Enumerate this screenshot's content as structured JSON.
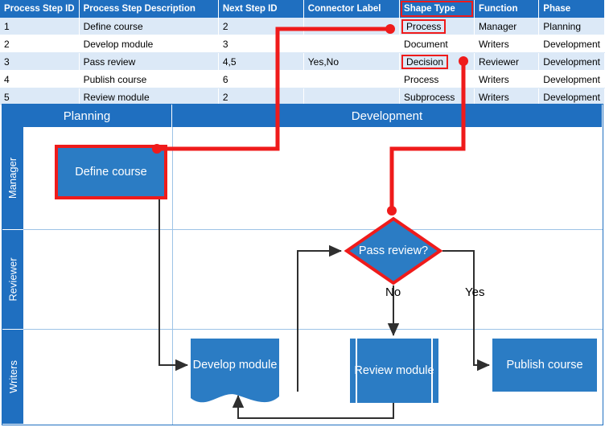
{
  "table": {
    "columns": [
      "Process Step ID",
      "Process Step Description",
      "Next Step ID",
      "Connector Label",
      "Shape Type",
      "Function",
      "Phase"
    ],
    "rows": [
      {
        "id": "1",
        "desc": "Define course",
        "next": "2",
        "conn": "",
        "shape": "Process",
        "func": "Manager",
        "phase": "Planning",
        "highlight": "shape"
      },
      {
        "id": "2",
        "desc": "Develop module",
        "next": "3",
        "conn": "",
        "shape": "Document",
        "func": "Writers",
        "phase": "Development",
        "highlight": ""
      },
      {
        "id": "3",
        "desc": "Pass review",
        "next": "4,5",
        "conn": "Yes,No",
        "shape": "Decision",
        "func": "Reviewer",
        "phase": "Development",
        "highlight": "shape"
      },
      {
        "id": "4",
        "desc": "Publish course",
        "next": "6",
        "conn": "",
        "shape": "Process",
        "func": "Writers",
        "phase": "Development",
        "highlight": ""
      },
      {
        "id": "5",
        "desc": "Review module",
        "next": "2",
        "conn": "",
        "shape": "Subprocess",
        "func": "Writers",
        "phase": "Development",
        "highlight": ""
      }
    ]
  },
  "diagram": {
    "phases": [
      {
        "label": "Planning"
      },
      {
        "label": "Development"
      }
    ],
    "lanes": [
      {
        "label": "Manager"
      },
      {
        "label": "Reviewer"
      },
      {
        "label": "Writers"
      }
    ],
    "shapes": [
      {
        "id": "define",
        "label": "Define course",
        "type": "Process",
        "lane": "Manager",
        "phase": "Planning"
      },
      {
        "id": "decision",
        "label": "Pass review?",
        "type": "Decision",
        "lane": "Reviewer",
        "phase": "Development"
      },
      {
        "id": "develop",
        "label": "Develop module",
        "type": "Document",
        "lane": "Writers",
        "phase": "Development"
      },
      {
        "id": "review",
        "label": "Review module",
        "type": "Subprocess",
        "lane": "Writers",
        "phase": "Development"
      },
      {
        "id": "publish",
        "label": "Publish course",
        "type": "Process",
        "lane": "Writers",
        "phase": "Development"
      }
    ],
    "connector_labels": [
      {
        "id": "no",
        "text": "No"
      },
      {
        "id": "yes",
        "text": "Yes"
      }
    ]
  },
  "colors": {
    "header_blue": "#1f6fc0",
    "shape_blue": "#2b7cc4",
    "highlight_red": "#ef1b1b",
    "row_stripe": "#dce9f7",
    "lane_line": "#9dc3e6"
  }
}
